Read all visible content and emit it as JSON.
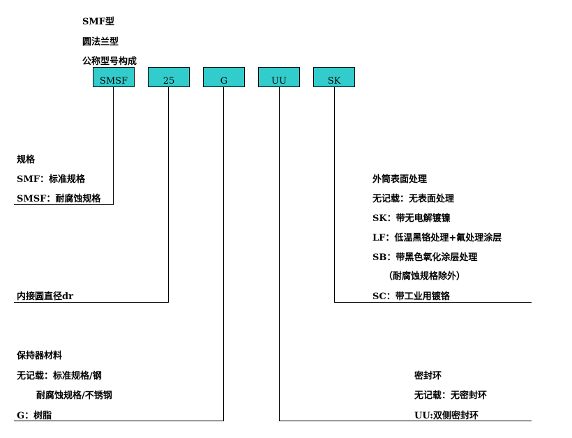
{
  "header": {
    "line1": "SMF型",
    "line2": "圆法兰型",
    "line3": "公称型号构成"
  },
  "code_boxes": [
    "SMSF",
    "25",
    "G",
    "UU",
    "SK"
  ],
  "colors": {
    "box_fill": "#33cccc",
    "line": "#000000"
  },
  "spec": {
    "title": "规格",
    "item1": "SMF：标准规格",
    "item2": "SMSF：耐腐蚀规格"
  },
  "diameter": {
    "label": "内接圆直径dr"
  },
  "retainer": {
    "title": "保持器材料",
    "item1": "无记载：标准规格/钢",
    "item2": "耐腐蚀规格/不锈钢",
    "item3": "G：树脂"
  },
  "surface": {
    "title": "外筒表面处理",
    "item1": "无记载：无表面处理",
    "item2": "SK：带无电解镀镍",
    "item3": "LF：低温黑铬处理+氟处理涂层",
    "item4": "SB：带黑色氧化涂层处理",
    "item5": "（耐腐蚀规格除外）",
    "item6": "SC：带工业用镀铬"
  },
  "seal": {
    "title": "密封环",
    "item1": "无记载：无密封环",
    "item2": "UU:双侧密封环"
  }
}
